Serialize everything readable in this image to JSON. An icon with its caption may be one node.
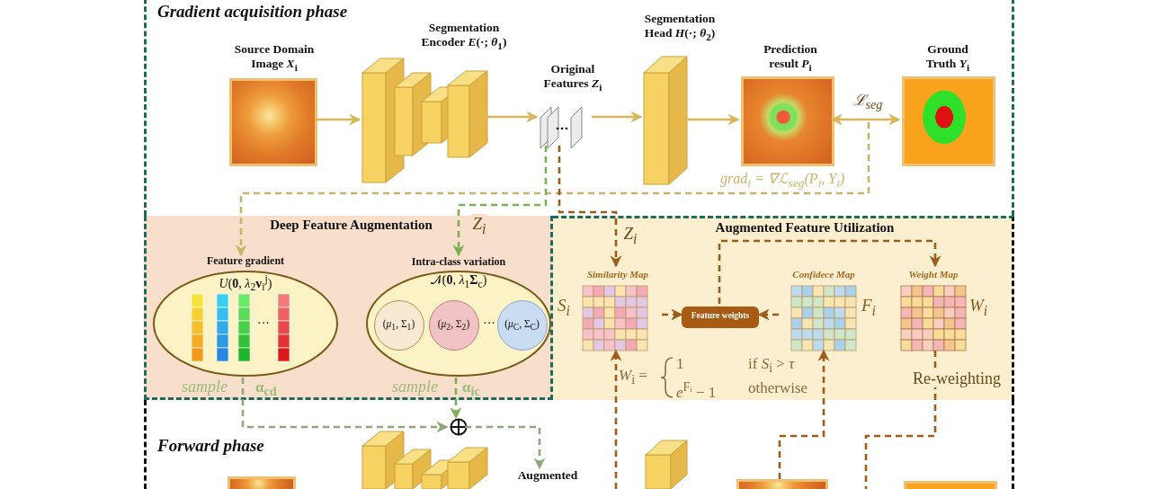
{
  "diagram": {
    "nodes": [
      {
        "text": [
          "Gradient acquisition phase"
        ]
      },
      {
        "text": [
          "Source Domain Image *X*$_{i}$"
        ],
        "in": 0
      },
      {
        "text": [
          "Segmentation Encoder *E*(·; *θ*$_{1}$)"
        ],
        "in": 0
      },
      {
        "text": [
          "Original Features *Z*$_{i}$"
        ],
        "in": 0
      },
      {
        "text": [
          "Segmentation Head *H*(·; *θ*$_{2}$)"
        ],
        "in": 0
      },
      {
        "text": [
          "Prediction result *P*$_{i}$"
        ],
        "in": 0
      },
      {
        "text": [
          "Ground Truth *Y*$_{i}$"
        ],
        "in": 0
      },
      {
        "text": [
          "Deep Feature Augmentation"
        ]
      },
      {
        "text": [
          "Feature gradient",
          "*U*(**0**, *λ*$_{2}$**v**$_{i}$$^{j}$)",
          "···"
        ],
        "in": 7
      },
      {
        "text": [
          "Intra-class variation",
          "𝒩(**0**, *λ*$_{1}$**Σ**$_{c}$)",
          "···"
        ],
        "in": 7
      },
      {
        "text": [
          "(*μ*$_{1}$, Σ$_{1}$)"
        ],
        "in": 9
      },
      {
        "text": [
          "(*μ*$_{2}$, Σ$_{2}$)"
        ],
        "in": 9
      },
      {
        "text": [
          "(*μ*$_{C}$, Σ$_{C}$)"
        ],
        "in": 9
      },
      {
        "text": [
          "Augmented Feature Utilization"
        ]
      },
      {
        "text": [
          "Similarity Map"
        ],
        "beside": [
          "*S*$_{i}$"
        ],
        "in": 13
      },
      {
        "text": [
          "Feature weights"
        ],
        "in": 13
      },
      {
        "text": [
          "Confidece Map"
        ],
        "beside": [
          "*F*$_{i}$"
        ],
        "in": 13
      },
      {
        "text": [
          "Weight Map"
        ],
        "beside": [
          "*W*$_{i}$"
        ],
        "in": 13
      },
      {
        "text": [
          "Forward phase"
        ]
      },
      {
        "text": [],
        "shape": "circle",
        "in": 18
      },
      {
        "text": [
          "Augmented"
        ],
        "in": 18
      },
      {
        "text": [],
        "shape": "picture",
        "in": 18
      },
      {
        "text": [],
        "shape": "box",
        "in": 18
      },
      {
        "text": [],
        "shape": "box",
        "in": 18
      },
      {
        "text": [],
        "shape": "picture",
        "in": 18
      },
      {
        "text": [],
        "shape": "box",
        "in": 18
      }
    ],
    "edges": [
      {
        "from": 1,
        "to": 2,
        "arrow": "to",
        "color": "#d9b65c"
      },
      {
        "from": 2,
        "to": 3,
        "arrow": "to",
        "color": "#d9b65c"
      },
      {
        "from": 3,
        "to": 4,
        "arrow": "to",
        "color": "#d9b65c"
      },
      {
        "from": 4,
        "to": 5,
        "arrow": "to",
        "color": "#d9b65c"
      },
      {
        "from": 5,
        "to": 6,
        "arrow": "both",
        "label": "ℒ$_{seg}$",
        "color": "#d9b65c"
      },
      {
        "from": null,
        "to": 8,
        "arrow": "to",
        "label": "*grad*$_{i}$ = ∇ℒ$_{seg}$(*P*$_{i}$, *Y*$_{i}$)",
        "style": "dashed",
        "color": "#c9b36a"
      },
      {
        "from": 3,
        "to": 9,
        "arrow": "to",
        "label": "*Z*$_{i}$",
        "style": "dashed",
        "color": "#7fae55"
      },
      {
        "from": 3,
        "to": 14,
        "arrow": "to",
        "label": "*Z*$_{i}$",
        "style": "dashed"
      },
      {
        "from": 14,
        "to": 15,
        "arrow": "to",
        "style": "dashed"
      },
      {
        "from": 16,
        "to": 15,
        "arrow": "to",
        "style": "dashed"
      },
      {
        "from": 15,
        "to": 17,
        "arrow": "to",
        "style": "dashed"
      },
      {
        "from": 8,
        "to": 19,
        "arrow": "to",
        "style": "dashed",
        "color": "#8fa77a"
      },
      {
        "from": 9,
        "to": 19,
        "arrow": "to",
        "style": "dashed",
        "color": "#7fae55"
      },
      {
        "from": 19,
        "to": 20,
        "arrow": "to",
        "style": "dashed",
        "color": "#8fa77a"
      },
      {
        "from": 18,
        "to": 14,
        "arrow": "to",
        "style": "dashed"
      },
      {
        "from": 24,
        "to": 16,
        "arrow": "to",
        "style": "dashed"
      },
      {
        "from": 17,
        "to": 18,
        "arrow": "none",
        "label": "Re-weighting",
        "style": "dashed"
      }
    ],
    "labels": [
      "sample",
      "α$_{cd}$",
      "sample",
      "α$_{ic}$",
      "*W*$_{i}$ =",
      "1",
      "*e*$^{Fᵢ}$ − 1",
      "if *S*$_{i}$ > *τ*",
      "otherwise"
    ]
  }
}
